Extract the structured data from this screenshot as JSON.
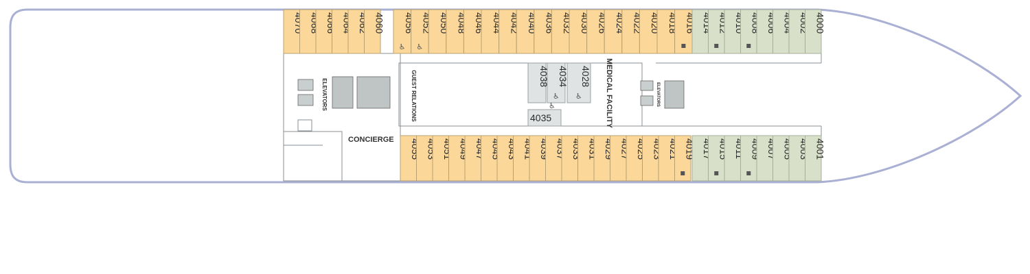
{
  "colors": {
    "hull_outline": "#a9b0d3",
    "standard_cabin": "#fbd79a",
    "suite_cabin": "#d9e0c9",
    "service_room": "#dfe3e3"
  },
  "labels": {
    "concierge": "CONCIERGE",
    "guest_relations": "GUEST RELATIONS",
    "medical_facility": "MEDICAL FACILITY",
    "elevators_aft": "ELEVATORS",
    "elevators_fwd": "ELEVATORS"
  },
  "icons": {
    "accessible": "accessible-icon",
    "connecting": "connecting-room-icon",
    "stairs": "stairs-icon",
    "elevator": "elevator-icon"
  },
  "cabins": {
    "top_aft": [
      "4070",
      "4068",
      "4066",
      "4064",
      "4062",
      "4060"
    ],
    "top_mid": [
      "4056",
      "4052",
      "4050",
      "4048",
      "4046",
      "4044",
      "4042",
      "4040",
      "4036",
      "4032",
      "4030",
      "4026",
      "4024",
      "4022",
      "4020",
      "4018",
      "4016"
    ],
    "top_fwd": [
      "4014",
      "4012",
      "4010",
      "4008",
      "4006",
      "4004",
      "4002",
      "4000"
    ],
    "bottom_mid": [
      "4055",
      "4053",
      "4051",
      "4049",
      "4047",
      "4045",
      "4043",
      "4041",
      "4039",
      "4037",
      "4033",
      "4031",
      "4029",
      "4027",
      "4025",
      "4023",
      "4021",
      "4019"
    ],
    "bottom_fwd": [
      "4017",
      "4015",
      "4011",
      "4009",
      "4007",
      "4005",
      "4003",
      "4001"
    ],
    "inner": [
      "4038",
      "4034",
      "4028",
      "4035"
    ]
  },
  "accessible_cabins": [
    "4056",
    "4052",
    "4034",
    "4028",
    "4035"
  ],
  "connecting_cabins": [
    "4016",
    "4012",
    "4008",
    "4019",
    "4015",
    "4009"
  ]
}
